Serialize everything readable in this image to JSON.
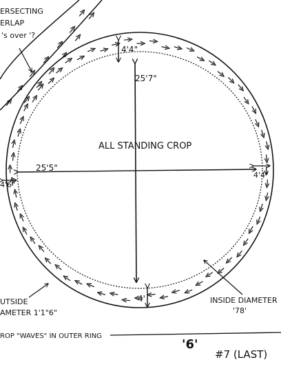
{
  "labels": {
    "overlap_line1": "ERSECTING",
    "overlap_line2": "ERLAP",
    "overlap_line3": "'s over '?",
    "top_ring_width": "4'4\"",
    "vertical_diameter": "25'7\"",
    "center_note": "ALL STANDING CROP",
    "horizontal_diameter": "25'5\"",
    "right_ring_width": "4'4\"",
    "left_ring_width": "4'6\"",
    "bottom_ring_width": "4'",
    "outside_line1": "UTSIDE",
    "outside_line2": "AMETER 1'1\"6\"",
    "inside_line1": "INSIDE DIAMETER",
    "inside_line2": "'78'",
    "footer_note": "ROP \"WAVES\" IN OUTER RING",
    "letter_tag": "'6'",
    "figure_number": "#7 (LAST)"
  },
  "colors": {
    "ink": "#111111",
    "paper": "#ffffff"
  },
  "icons": {
    "flow_marks": "arrow-icon"
  }
}
